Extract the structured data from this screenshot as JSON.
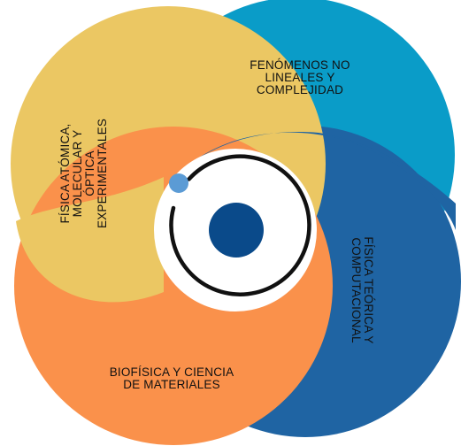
{
  "diagram": {
    "segments": [
      {
        "id": "nonlinear",
        "lines": [
          "FENÓMENOS NO",
          "LINEALES Y",
          "COMPLEJIDAD"
        ],
        "color": "#0A9CC8"
      },
      {
        "id": "theoretical",
        "lines": [
          "FÍSICA TEÓRICA Y",
          "COMPUTACIONAL"
        ],
        "color": "#1F64A3"
      },
      {
        "id": "biophysics",
        "lines": [
          "BIOFÍSICA Y CIENCIA",
          "DE MATERIALES"
        ],
        "color": "#FA914B"
      },
      {
        "id": "atomic",
        "lines": [
          "FÍSICA ATÓMICA,",
          "MOLECULAR Y",
          "ÓPTICA",
          "EXPERIMENTALES"
        ],
        "color": "#EBC763"
      }
    ],
    "center": {
      "dot_color": "#0A4A8A",
      "ring_color": "#111111",
      "orbit_dot_color": "#5B9BD5"
    }
  }
}
